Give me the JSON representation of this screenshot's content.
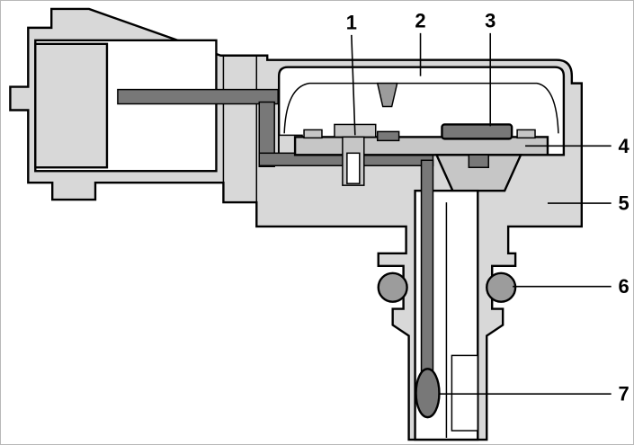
{
  "figure": {
    "callouts": [
      {
        "label": "1"
      },
      {
        "label": "2"
      },
      {
        "label": "3"
      },
      {
        "label": "4"
      },
      {
        "label": "5"
      },
      {
        "label": "6"
      },
      {
        "label": "7"
      }
    ],
    "colors": {
      "background": "#ffffff",
      "outline": "#000000",
      "housing": "#d8d8d8",
      "internal_parts": "#c6c6c6",
      "conductors_dark": "#787878",
      "o_rings": "#9c9c9c"
    }
  }
}
